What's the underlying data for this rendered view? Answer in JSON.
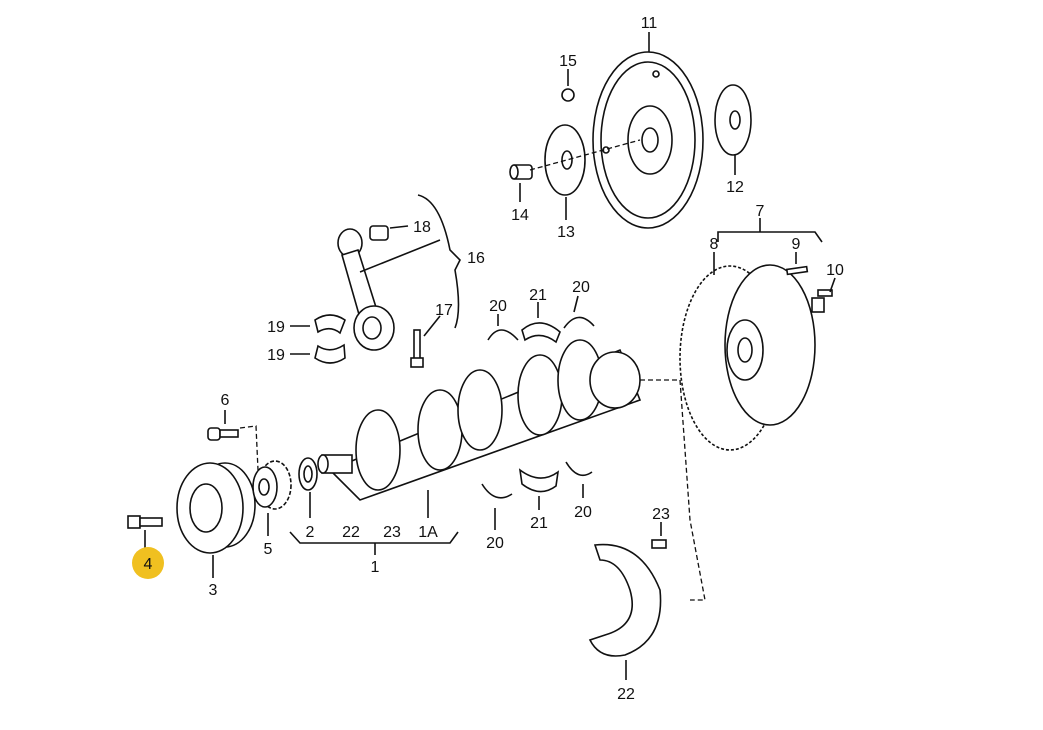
{
  "highlight_color": "#f0c020",
  "labels": {
    "l11": "11",
    "l15": "15",
    "l12": "12",
    "l14": "14",
    "l13": "13",
    "l7": "7",
    "l8": "8",
    "l9": "9",
    "l10": "10",
    "l18": "18",
    "l16": "16",
    "l17": "17",
    "l19a": "19",
    "l19b": "19",
    "l20a": "20",
    "l21a": "21",
    "l20b": "20",
    "l6": "6",
    "l4": "4",
    "l3": "3",
    "l5": "5",
    "l2": "2",
    "l22a": "22",
    "l23a": "23",
    "l1A": "1A",
    "l1": "1",
    "l21b": "21",
    "l20c": "20",
    "l20d": "20",
    "l23b": "23",
    "l22b": "22"
  }
}
